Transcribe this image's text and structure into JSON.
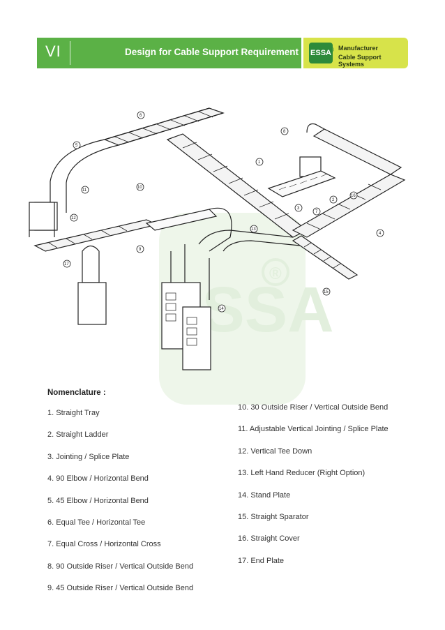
{
  "header": {
    "section": "VI",
    "title": "Design for Cable Support Requirement"
  },
  "brand": {
    "logo_text": "ESSA",
    "logo_mark": "®",
    "line1": "Manufacturer",
    "line2": "Cable Support Systems"
  },
  "watermark": {
    "text": "ESSA",
    "mark": "®"
  },
  "callouts": [
    "1",
    "2",
    "3",
    "4",
    "5",
    "6",
    "7",
    "8",
    "9",
    "10",
    "11",
    "12",
    "13",
    "14",
    "15",
    "16",
    "17"
  ],
  "nomenclature": {
    "heading": "Nomenclature :",
    "left": [
      "1.  Straight Tray",
      "2.  Straight Ladder",
      "3.  Jointing / Splice Plate",
      "4.  90 Elbow / Horizontal Bend",
      "5.  45 Elbow / Horizontal Bend",
      "6.  Equal Tee / Horizontal Tee",
      "7.  Equal Cross / Horizontal Cross",
      "8.  90 Outside Riser / Vertical Outside Bend",
      "9.  45 Outside Riser / Vertical Outside Bend"
    ],
    "right": [
      "10. 30 Outside Riser / Vertical Outside Bend",
      "11. Adjustable Vertical Jointing / Splice Plate",
      "12. Vertical Tee Down",
      "13. Left Hand Reducer (Right Option)",
      "14. Stand Plate",
      "15. Straight Sparator",
      "16. Straight Cover",
      "17. End Plate"
    ]
  },
  "colors": {
    "header_green": "#5bb146",
    "brand_yellow": "#d7e34a",
    "logo_green": "#2d8a3a"
  }
}
